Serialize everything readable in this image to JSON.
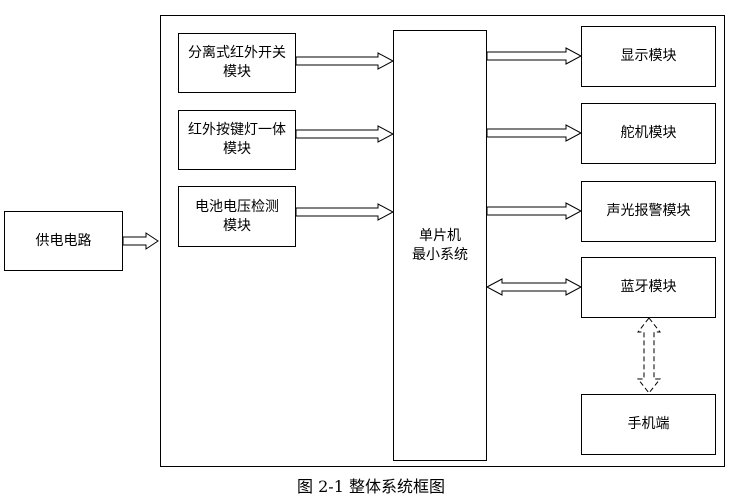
{
  "blocks": {
    "power": "供电电路",
    "ir_switch": "分离式红外开关\n模块",
    "ir_key_light": "红外按键灯一体\n模块",
    "battery_detect": "电池电压检测\n模块",
    "mcu": "单片机\n最小系统",
    "display": "显示模块",
    "servo": "舵机模块",
    "alarm": "声光报警模块",
    "bluetooth": "蓝牙模块",
    "phone": "手机端"
  },
  "caption": "图 2-1  整体系统框图"
}
